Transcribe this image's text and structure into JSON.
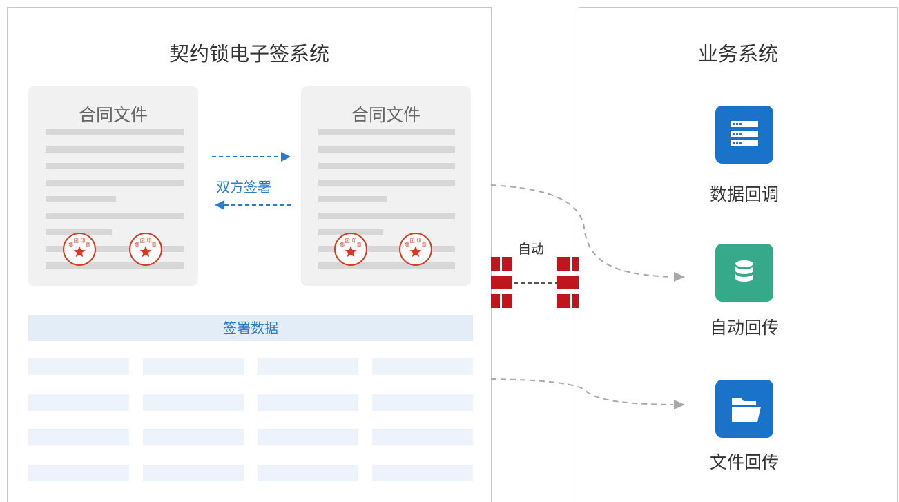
{
  "left_system": {
    "title": "契约锁电子签系统",
    "document_left_title": "合同文件",
    "document_right_title": "合同文件",
    "seal_text": "集团印章",
    "mutual_sign_label": "双方签署",
    "sign_data_label": "签署数据"
  },
  "connector": {
    "label": "自动"
  },
  "right_system": {
    "title": "业务系统",
    "items": [
      {
        "label": "数据回调",
        "icon": "server-icon",
        "color": "#1a72c9"
      },
      {
        "label": "自动回传",
        "icon": "database-icon",
        "color": "#36a98a"
      },
      {
        "label": "文件回传",
        "icon": "folder-icon",
        "color": "#1a72c9"
      }
    ]
  },
  "colors": {
    "accent_blue": "#2a7bcc",
    "seal_red": "#cf3e22",
    "firewall_red": "#c0151c",
    "arrow_gray": "#a8a8a8"
  }
}
